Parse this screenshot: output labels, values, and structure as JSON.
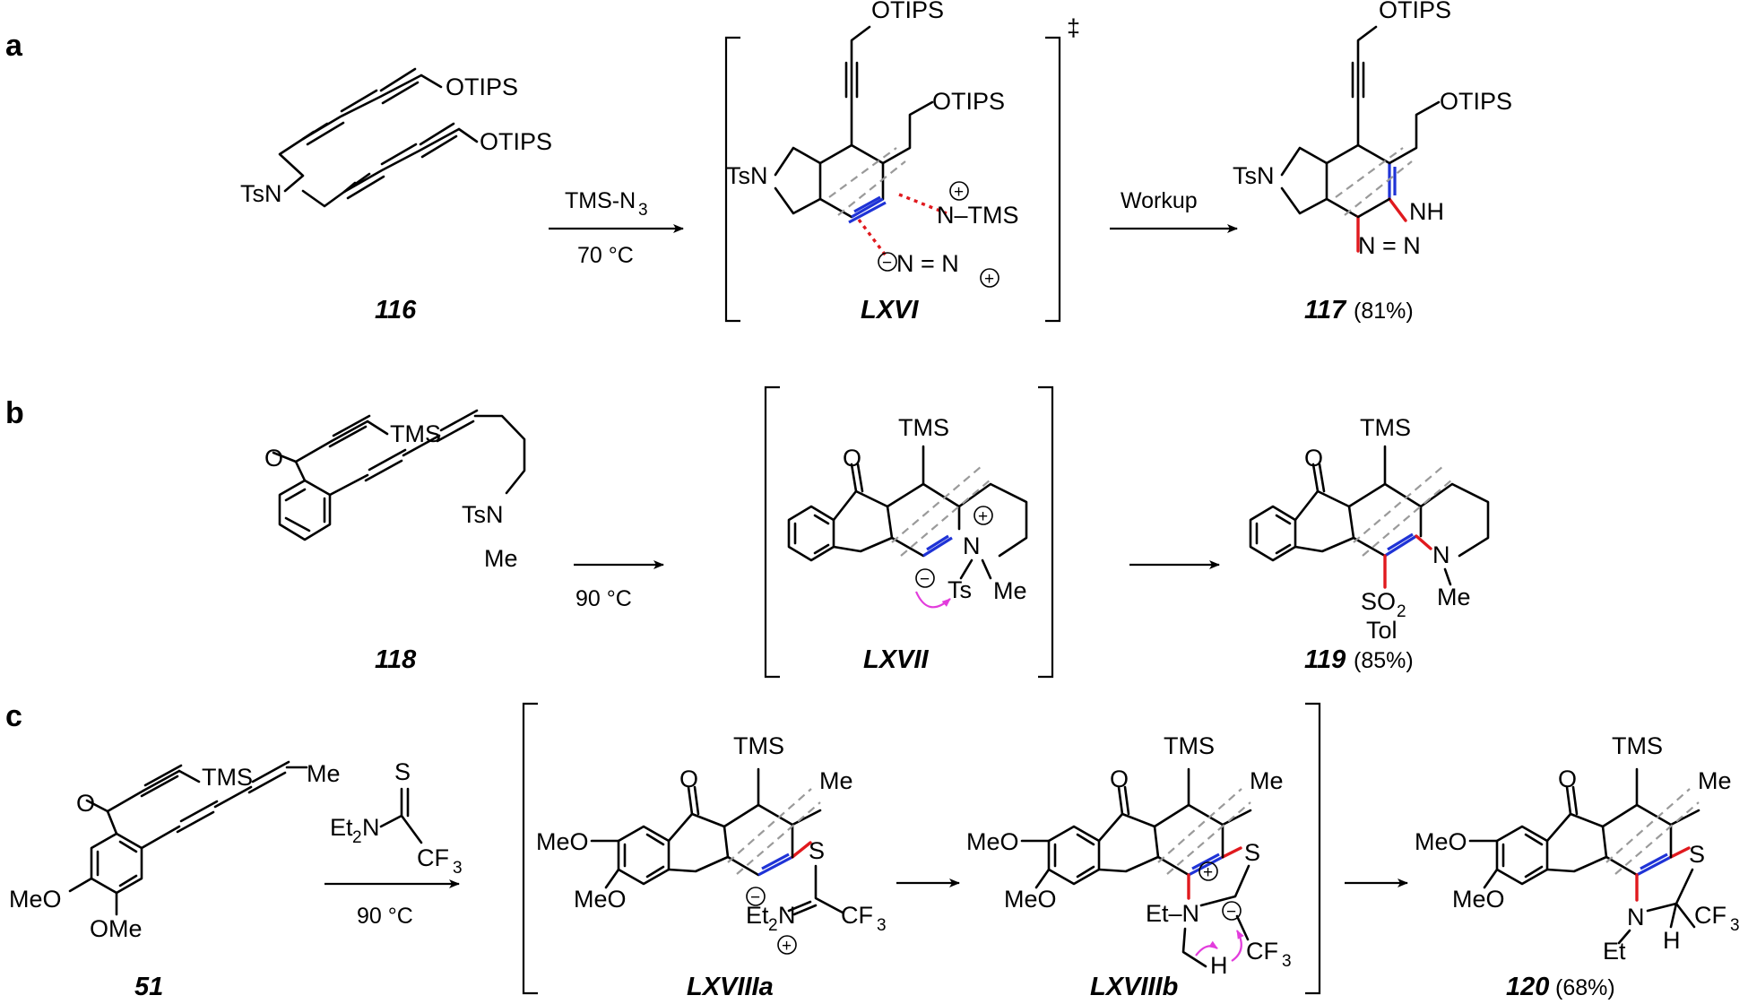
{
  "panels": [
    {
      "letter": "a",
      "compounds": [
        {
          "id": "116",
          "yield": ""
        },
        {
          "id": "LXVI",
          "yield": ""
        },
        {
          "id": "117",
          "yield": "(81%)"
        }
      ],
      "steps": [
        {
          "reagent": "TMS-N",
          "reagent_sub": "3",
          "condition": "70 °C"
        },
        {
          "reagent": "Workup",
          "reagent_sub": "",
          "condition": ""
        }
      ],
      "ts_mark": "‡"
    },
    {
      "letter": "b",
      "compounds": [
        {
          "id": "118",
          "yield": ""
        },
        {
          "id": "LXVII",
          "yield": ""
        },
        {
          "id": "119",
          "yield": "(85%)"
        }
      ],
      "steps": [
        {
          "reagent": "",
          "condition": "90 °C"
        },
        {
          "reagent": "",
          "condition": ""
        }
      ]
    },
    {
      "letter": "c",
      "compounds": [
        {
          "id": "51",
          "yield": ""
        },
        {
          "id": "LXVIIIa",
          "yield": ""
        },
        {
          "id": "LXVIIIb",
          "yield": ""
        },
        {
          "id": "120",
          "yield": "(68%)"
        }
      ],
      "steps": [
        {
          "reagent": "Et2NC(S)CF3",
          "condition": "90 °C"
        },
        {
          "reagent": "",
          "condition": ""
        },
        {
          "reagent": "",
          "condition": ""
        }
      ]
    }
  ],
  "atom_labels": {
    "OTIPS": "OTIPS",
    "TsN": "TsN",
    "TMS": "TMS",
    "N": "N",
    "NH": "NH",
    "Ts": "Ts",
    "Me": "Me",
    "O": "O",
    "SO": "SO",
    "two": "2",
    "Tol": "Tol",
    "MeO": "MeO",
    "OMe": "OMe",
    "S": "S",
    "Et2N_main": "Et",
    "CF": "CF",
    "three": "3",
    "Et": "Et",
    "H": "H",
    "N_TMS": "N–TMS",
    "N3": "N = N",
    "Et_dash": "Et–N",
    "TMS_N": "TMS-N"
  },
  "charges": {
    "plus": "+",
    "minus": "−"
  },
  "colors": {
    "new_bond_red": "#e0191e",
    "aryne_blue": "#1f33d6",
    "ring_dash_gray": "#9a9a9a",
    "curly_arrow_magenta": "#e23cdc"
  }
}
